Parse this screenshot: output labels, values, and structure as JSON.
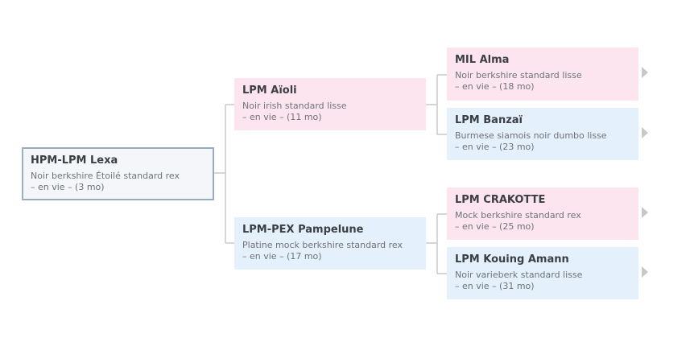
{
  "root": {
    "name": "HPM-LPM Lexa",
    "desc": "Noir berkshire Étoilé standard rex",
    "status": "– en vie – (3 mo)"
  },
  "sire": {
    "name": "LPM Aïoli",
    "desc": "Noir irish standard lisse",
    "status": "– en vie – (11 mo)"
  },
  "dam": {
    "name": "LPM-PEX Pampelune",
    "desc": "Platine mock berkshire standard rex",
    "status": "– en vie – (17 mo)"
  },
  "sire_sire": {
    "name": "MIL Alma",
    "desc": "Noir berkshire standard lisse",
    "status": "– en vie – (18 mo)"
  },
  "sire_dam": {
    "name": "LPM Banzaï",
    "desc": "Burmese siamois noir dumbo lisse",
    "status": "– en vie – (23 mo)"
  },
  "dam_sire": {
    "name": "LPM CRAKOTTE",
    "desc": "Mock berkshire standard rex",
    "status": "– en vie – (25 mo)"
  },
  "dam_dam": {
    "name": "LPM Kouing Amann",
    "desc": "Noir varieberk standard lisse",
    "status": "– en vie – (31 mo)"
  },
  "colors": {
    "female_bg": "#fde5ef",
    "male_bg": "#e4f0fb",
    "root_border": "#9aaebf",
    "connector": "#c8c8c8"
  }
}
